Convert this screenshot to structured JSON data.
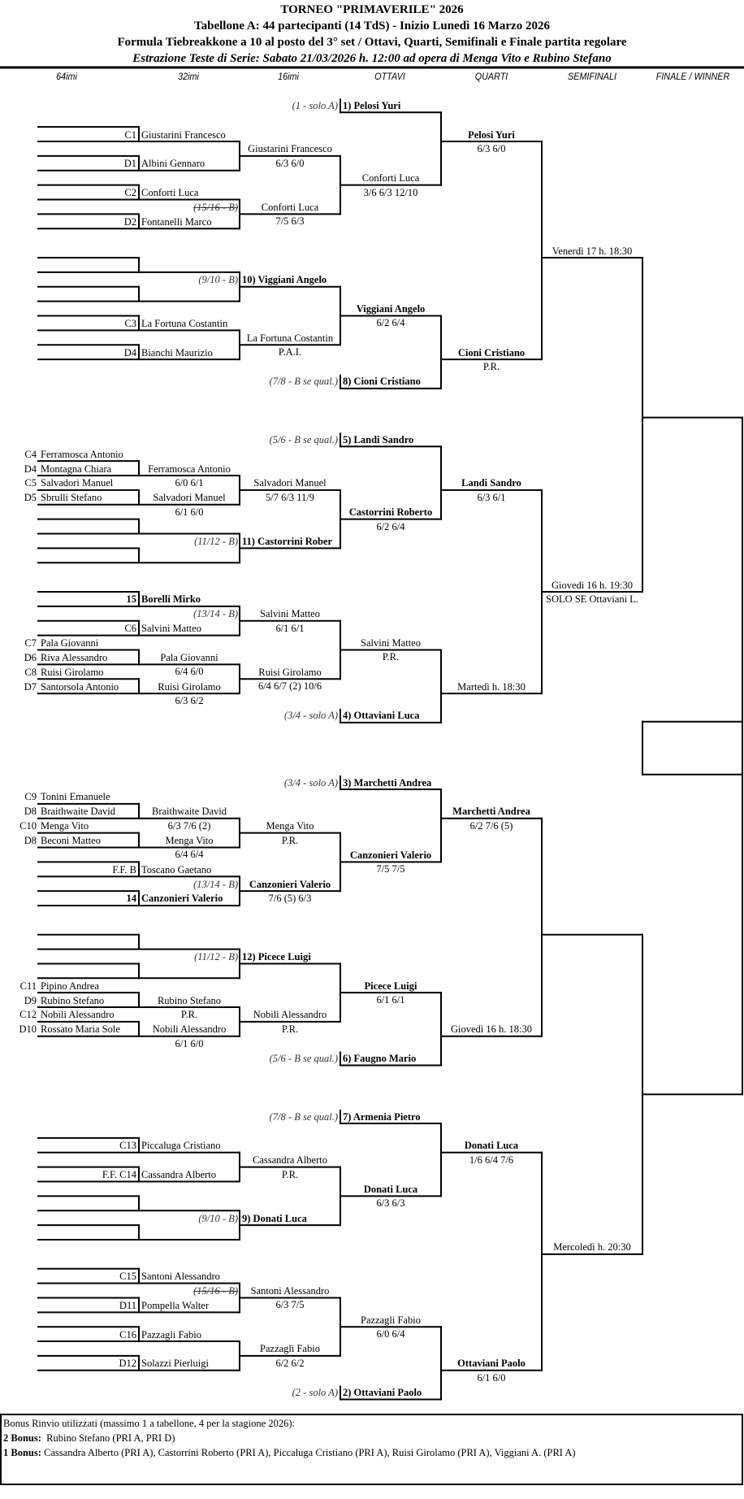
{
  "header": {
    "title": "TORNEO  \"PRIMAVERILE\"  2026",
    "subtitle": "Tabellone A: 44 partecipanti (14 TdS) - Inizio Lunedì 16 Marzo 2026",
    "formula": "Formula Tiebreakkone a 10 al posto del 3° set / Ottavi, Quarti, Semifinali e Finale partita regolare",
    "draw": "Estrazione Teste di Serie: Sabato 21/03/2026 h. 12:00 ad opera di Menga Vito e Rubino Stefano"
  },
  "columns": [
    "64imi",
    "32imi",
    "16imi",
    "OTTAVI",
    "QUARTI",
    "SEMIFINALI",
    "FINALE / WINNER"
  ],
  "bracket": {
    "r64_entries": [
      {
        "code": "C4",
        "name": "Ferramosca Antonio"
      },
      {
        "code": "D4",
        "name": "Montagna Chiara"
      },
      {
        "code": "C5",
        "name": "Salvadori Manuel"
      },
      {
        "code": "D5",
        "name": "Sbrulli Stefano"
      },
      {
        "code": "C7",
        "name": "Pala Giovanni"
      },
      {
        "code": "D6",
        "name": "Riva Alessandro"
      },
      {
        "code": "C8",
        "name": "Ruisi Girolamo"
      },
      {
        "code": "D7",
        "name": "Santorsola Antonio"
      },
      {
        "code": "C9",
        "name": "Tonini Emanuele"
      },
      {
        "code": "D8",
        "name": "Braithwaite David"
      },
      {
        "code": "C10",
        "name": "Menga Vito"
      },
      {
        "code": "D8",
        "name": "Beconi Matteo"
      },
      {
        "code": "C11",
        "name": "Pipino Andrea"
      },
      {
        "code": "D9",
        "name": "Rubino Stefano"
      },
      {
        "code": "C12",
        "name": "Nobili Alessandro"
      },
      {
        "code": "D10",
        "name": "Rossato Maria Sole"
      }
    ],
    "r32_entries": [
      {
        "code": "C1",
        "name": "Giustarini Francesco"
      },
      {
        "code": "D1",
        "name": "Albini Gennaro"
      },
      {
        "code": "C2",
        "name": "Conforti Luca"
      },
      {
        "code": "D2",
        "name": "Fontanelli Marco"
      },
      {
        "code": "C3",
        "name": "La Fortuna Costantin"
      },
      {
        "code": "D4",
        "name": "Bianchi Maurizio"
      },
      {
        "code": "15",
        "name": "Borelli Mirko"
      },
      {
        "code": "C6",
        "name": "Salvini Matteo"
      },
      {
        "code": "F.F. B",
        "name": "Toscano Gaetano"
      },
      {
        "code": "14",
        "name": "Canzonieri Valerio"
      },
      {
        "code": "C13",
        "name": "Piccaluga Cristiano"
      },
      {
        "code": "F.F. C14",
        "name": "Cassandra Alberto"
      },
      {
        "code": "C15",
        "name": "Santoni Alessandro"
      },
      {
        "code": "D11",
        "name": "Pompella Walter"
      },
      {
        "code": "C16",
        "name": "Pazzagli Fabio"
      },
      {
        "code": "D12",
        "name": "Solazzi Pierluigi"
      }
    ],
    "r32_results": [
      {
        "name": "Ferramosca Antonio",
        "score": "6/0  6/1"
      },
      {
        "name": "Salvadori Manuel",
        "score": "6/1  6/0"
      },
      {
        "name": "Pala Giovanni",
        "score": "6/4  6/0"
      },
      {
        "name": "Ruisi Girolamo",
        "score": "6/3  6/2"
      },
      {
        "name": "Braithwaite David",
        "score": "6/3 7/6 (2)"
      },
      {
        "name": "Menga Vito",
        "score": "6/4  6/4"
      },
      {
        "name": "Rubino Stefano",
        "score": "P.R."
      },
      {
        "name": "Nobili Alessandro",
        "score": "6/1  6/0"
      }
    ],
    "r32_notes": [
      "(15/16 - B)",
      "(13/14 - B)",
      "(13/14 - B)",
      "(15/16 - B)"
    ],
    "r16_results": [
      {
        "name": "Giustarini Francesco",
        "score": "6/3  6/0"
      },
      {
        "name": "Conforti Luca",
        "score": "7/5  6/3"
      },
      {
        "name": "La Fortuna Costantin",
        "score": "P.A.I."
      },
      {
        "name": "Salvadori Manuel",
        "score": "5/7  6/3  11/9"
      },
      {
        "name": "Salvini Matteo",
        "score": "6/1  6/1"
      },
      {
        "name": "Ruisi Girolamo",
        "score": "6/4  6/7 (2)  10/6"
      },
      {
        "name": "Menga Vito",
        "score": "P.R."
      },
      {
        "name": "Canzonieri Valerio",
        "score": "7/6 (5)  6/3"
      },
      {
        "name": "Nobili Alessandro",
        "score": "P.R."
      },
      {
        "name": "Cassandra Alberto",
        "score": "P.R."
      },
      {
        "name": "Santoni Alessandro",
        "score": "6/3  7/5"
      },
      {
        "name": "Pazzagli Fabio",
        "score": "6/2  6/2"
      }
    ],
    "r16_seeds": [
      {
        "name": "10) Viggiani Angelo",
        "note": "(9/10 - B)"
      },
      {
        "name": "11) Castorrini Rober",
        "note": "(11/12 - B)"
      },
      {
        "name": "12) Picece Luigi",
        "note": "(11/12 - B)"
      },
      {
        "name": "9) Donati Luca",
        "note": "(9/10 - B)"
      }
    ],
    "ottavi_seeds": [
      {
        "name": "1) Pelosi Yuri",
        "note": "(1 - solo A)"
      },
      {
        "name": "8) Cioni Cristiano",
        "note": "(7/8 - B se qual.)"
      },
      {
        "name": "5) Landi Sandro",
        "note": "(5/6 - B se qual.)"
      },
      {
        "name": "4) Ottaviani Luca",
        "note": "(3/4 - solo A)"
      },
      {
        "name": "3) Marchetti Andrea",
        "note": "(3/4 - solo A)"
      },
      {
        "name": "6) Faugno Mario",
        "note": "(5/6 - B se qual.)"
      },
      {
        "name": "7) Armenia Pietro",
        "note": "(7/8 - B se qual.)"
      },
      {
        "name": "2) Ottaviani Paolo",
        "note": "(2 - solo A)"
      }
    ],
    "ottavi_results": [
      {
        "name": "Conforti Luca",
        "score": "3/6  6/3  12/10"
      },
      {
        "name": "Viggiani Angelo",
        "score": "6/2  6/4"
      },
      {
        "name": "Castorrini Roberto",
        "score": "6/2  6/4"
      },
      {
        "name": "Salvini Matteo",
        "score": "P.R."
      },
      {
        "name": "Canzonieri Valerio",
        "score": "7/5  7/5"
      },
      {
        "name": "Picece Luigi",
        "score": "6/1  6/1"
      },
      {
        "name": "Donati Luca",
        "score": "6/3  6/3"
      },
      {
        "name": "Pazzagli Fabio",
        "score": "6/0  6/4"
      }
    ],
    "quarti_results": [
      {
        "name": "Pelosi Yuri",
        "score": "6/3  6/0"
      },
      {
        "name": "Cioni Cristiano",
        "score": "P.R."
      },
      {
        "name": "Landi Sandro",
        "score": "6/3  6/1"
      },
      {
        "name": "Martedì h. 18:30"
      },
      {
        "name": "Marchetti Andrea",
        "score": "6/2  7/6 (5)"
      },
      {
        "name": "Giovedì 16 h. 18:30"
      },
      {
        "name": "Donati Luca",
        "score": "1/6  6/4  7/6"
      },
      {
        "name": "Ottaviani Paolo",
        "score": "6/1  6/0"
      }
    ],
    "semis": [
      {
        "name": "Venerdì 17 h. 18:30"
      },
      {
        "name": "Giovedì 16 h. 19:30",
        "score": "SOLO SE Ottaviani L."
      },
      {
        "name": "Mercoledì h. 20:30"
      }
    ]
  },
  "footer": {
    "title": "Bonus Rinvio utilizzati (massimo 1 a tabellone, 4 per la stagione 2026):",
    "lines": [
      {
        "label": "2 Bonus:",
        "text": "  Rubino Stefano (PRI A, PRI D)"
      },
      {
        "label": "1 Bonus:",
        "text": " Cassandra Alberto (PRI A), Castorrini Roberto (PRI A), Piccaluga Cristiano (PRI A), Ruisi Girolamo (PRI A), Viggiani A. (PRI A)"
      }
    ]
  }
}
